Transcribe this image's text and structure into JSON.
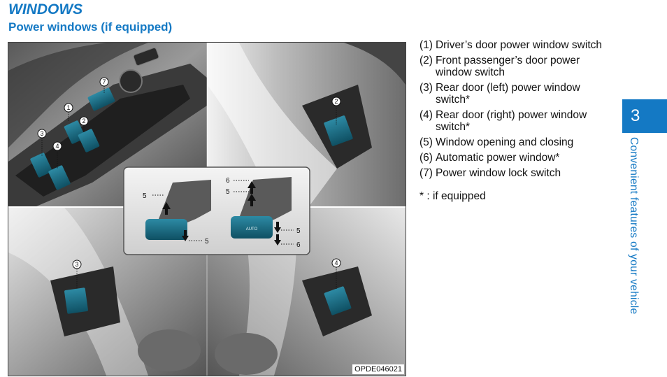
{
  "section_title": "WINDOWS",
  "subsection_title": "Power windows (if equipped)",
  "figure": {
    "code": "OPDE046021",
    "callouts": [
      "1",
      "2",
      "3",
      "4",
      "7",
      "2",
      "3",
      "4"
    ],
    "inset_labels": [
      "5",
      "5",
      "6",
      "5",
      "5",
      "6"
    ],
    "auto_label": "AUTO"
  },
  "legend": [
    {
      "num": "(1)",
      "text": "Driver’s door power window switch"
    },
    {
      "num": "(2)",
      "text": "Front passenger’s door power window switch"
    },
    {
      "num": "(3)",
      "text": "Rear door (left) power window switch*"
    },
    {
      "num": "(4)",
      "text": "Rear door (right) power window switch*"
    },
    {
      "num": "(5)",
      "text": "Window opening and closing"
    },
    {
      "num": "(6)",
      "text": "Automatic power window*"
    },
    {
      "num": "(7)",
      "text": "Power window lock switch"
    }
  ],
  "footnote": "* : if equipped",
  "chapter": {
    "number": "3",
    "title": "Convenient features of your vehicle"
  },
  "colors": {
    "accent": "#1479c4",
    "switch": "#1a6e86"
  }
}
